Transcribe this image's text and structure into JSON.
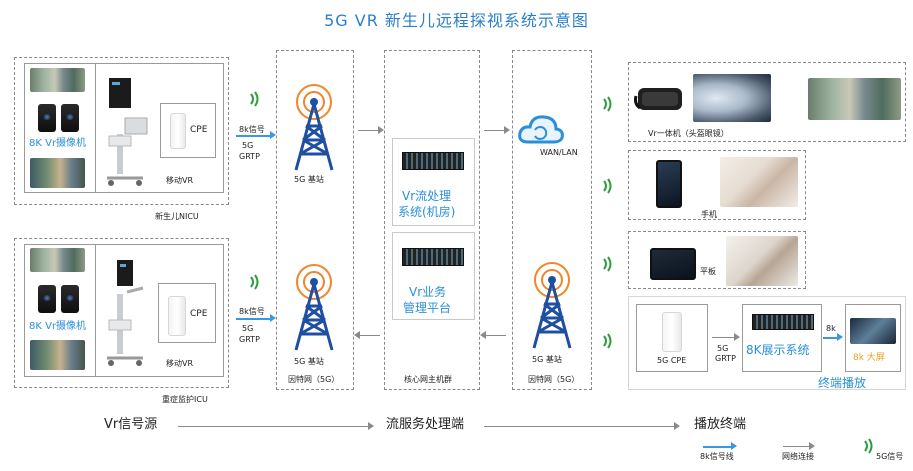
{
  "title": "5G VR 新生儿远程探视系统示意图",
  "source_top": {
    "camera_label": "8K Vr摄像机",
    "mobile_label": "移动VR",
    "cpe_label": "CPE",
    "signal_8k": "8k信号",
    "signal_5g": "5G",
    "signal_grtp": "GRTP",
    "station_label": "5G 基站",
    "room_label": "新生儿NICU"
  },
  "source_bottom": {
    "camera_label": "8K Vr摄像机",
    "mobile_label": "移动VR",
    "cpe_label": "CPE",
    "signal_8k": "8k信号",
    "signal_5g": "5G",
    "signal_grtp": "GRTP",
    "station_label": "5G 基站",
    "network_label": "因特网（5G）",
    "room_label": "重症监护ICU"
  },
  "core": {
    "server1_label_line1": "Vr流处理",
    "server1_label_line2": "系统(机房)",
    "server2_label_line1": "Vr业务",
    "server2_label_line2": "管理平台",
    "group_label": "核心网主机群"
  },
  "right_network": {
    "cloud_label": "WAN/LAN",
    "station_label": "5G 基站",
    "network_label": "因特网（5G）"
  },
  "terminals": {
    "vr_label": "Vr一体机（头盔眼镜）",
    "phone_label": "手机",
    "tablet_label": "平板",
    "cpe_label": "5G CPE",
    "signal_5g": "5G",
    "signal_grtp": "GRTP",
    "display_system_label": "8K展示系统",
    "signal_8k": "8k",
    "big_screen_label": "8k 大屏",
    "group_label": "终端播放"
  },
  "flow": {
    "step1": "Vr信号源",
    "step2": "流服务处理端",
    "step3": "播放终端"
  },
  "legend": {
    "line_8k": "8k信号线",
    "line_network": "网络连接",
    "signal_5g": "5G信号"
  },
  "colors": {
    "title": "#2a7fc9",
    "accent_blue": "#2a8fd9",
    "accent_orange": "#f0a020",
    "signal_green": "#2e9d3c",
    "tower_blue": "#1f4fa0",
    "tower_rings": "#f0852a"
  }
}
